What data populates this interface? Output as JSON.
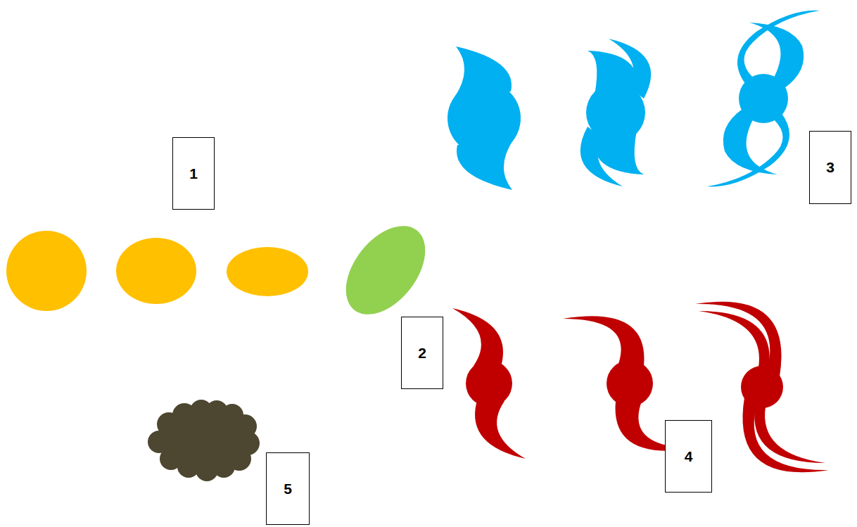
{
  "diagram": {
    "nodes": [
      {
        "text": [
          "1"
        ]
      },
      {
        "text": [
          "3"
        ]
      },
      {
        "text": [
          "2"
        ]
      },
      {
        "text": [
          "4"
        ]
      },
      {
        "text": [
          "5"
        ]
      }
    ]
  }
}
